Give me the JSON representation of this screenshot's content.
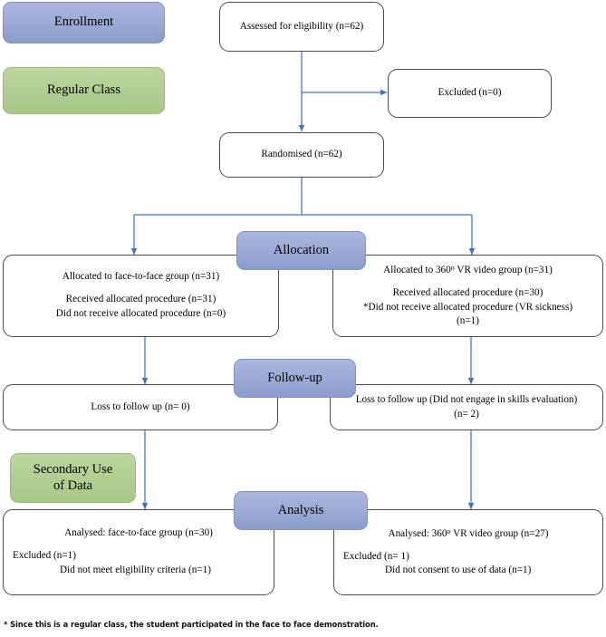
{
  "diagram": {
    "title": "CONSORT participant flow diagram",
    "colors": {
      "stage_blue": "#9dabd6",
      "stage_green": "#b1ce92",
      "connector_blue": "#4472c4",
      "box_border": "#4a4a4a",
      "background": "#ffffff"
    }
  },
  "stages": [
    {
      "id": "enrollment",
      "label": "Enrollment",
      "color": "blue"
    },
    {
      "id": "regular-class",
      "label": "Regular Class",
      "color": "green"
    },
    {
      "id": "allocation",
      "label": "Allocation",
      "color": "blue"
    },
    {
      "id": "follow-up",
      "label": "Follow-up",
      "color": "blue"
    },
    {
      "id": "secondary-use",
      "label_line1": "Secondary Use",
      "label_line2": "of Data",
      "color": "green"
    },
    {
      "id": "analysis",
      "label": "Analysis",
      "color": "blue"
    }
  ],
  "nodes": {
    "assessed": {
      "text": "Assessed for eligibility (n=62)"
    },
    "excluded": {
      "text": "Excluded (n=0)"
    },
    "randomised": {
      "text": "Randomised (n=62)"
    },
    "allocated_left": {
      "line1": "Allocated to face-to-face group (n=31)",
      "line2": "Received allocated procedure (n=31)",
      "line3": "Did not receive allocated procedure (n=0)"
    },
    "allocated_right": {
      "line1_pre": "Allocated to 360",
      "line1_deg": "o",
      "line1_post": " VR video group (n=31)",
      "line2": "Received allocated procedure (n=30)",
      "line3": "*Did not receive allocated procedure (VR sickness)",
      "line4": "(n=1)"
    },
    "followup_left": {
      "text": "Loss to follow up (n= 0)"
    },
    "followup_right": {
      "line1": "Loss to follow up (Did not engage in skills evaluation)",
      "line2": "(n= 2)"
    },
    "analysed_left": {
      "header": "Analysed: face-to-face group (n=30)",
      "excluded": "Excluded (n=1)",
      "excluded_reason": "Did not meet eligibility criteria (n=1)"
    },
    "analysed_right": {
      "header_pre": "Analysed: 360",
      "header_deg": "o",
      "header_post": " VR video group (n=27)",
      "excluded": "Excluded (n= 1)",
      "excluded_reason": "Did not consent to use of data (n=1)"
    }
  },
  "footnote": {
    "text": "* Since this is a regular class, the student participated in the face to face demonstration."
  }
}
